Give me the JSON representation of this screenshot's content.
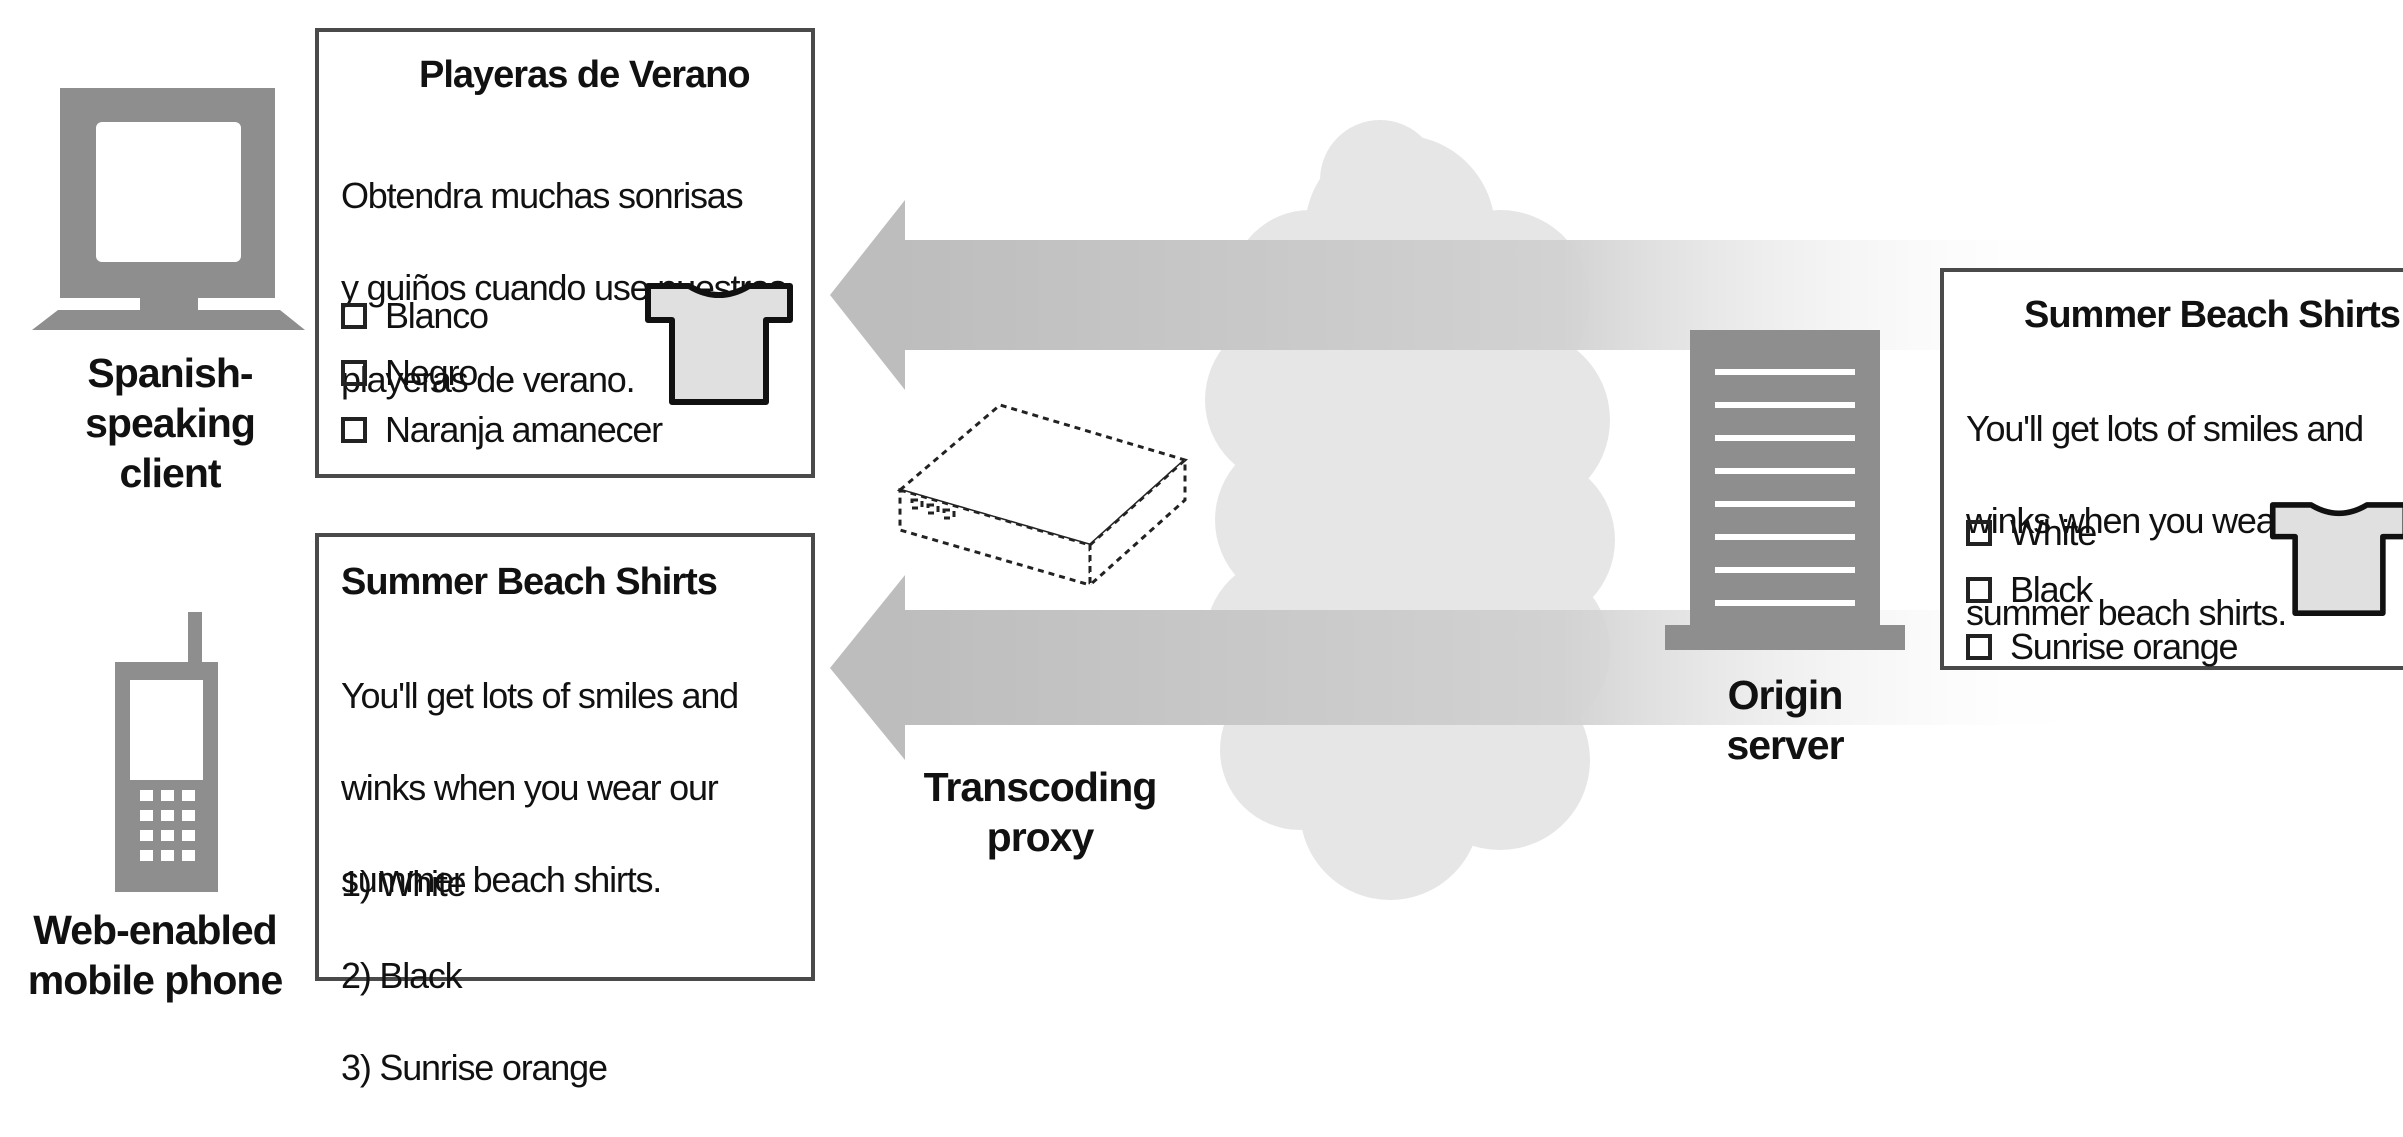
{
  "labels": {
    "spanish_client": [
      "Spanish-",
      "speaking",
      "client"
    ],
    "mobile_phone": [
      "Web-enabled",
      "mobile phone"
    ],
    "proxy": [
      "Transcoding",
      "proxy"
    ],
    "origin": [
      "Origin",
      "server"
    ]
  },
  "spanish_page": {
    "title": "Playeras de Verano",
    "body": [
      "Obtendra muchas sonrisas",
      "y guiños cuando use nuestras",
      "playeras de verano."
    ],
    "options": [
      "Blanco",
      "Negro",
      "Naranja amanecer"
    ]
  },
  "mobile_page": {
    "title": "Summer Beach Shirts",
    "body": [
      "You'll get lots of smiles and",
      "winks when you wear our",
      "summer beach shirts."
    ],
    "options": [
      "1) White",
      "2) Black",
      "3) Sunrise orange"
    ]
  },
  "origin_page": {
    "title": "Summer Beach Shirts",
    "body": [
      "You'll get lots of smiles and",
      "winks when you wear our",
      "summer beach shirts."
    ],
    "options": [
      "White",
      "Black",
      "Sunrise orange"
    ]
  },
  "colors": {
    "arrow": "#c4c4c4",
    "cloud": "#e6e6e6",
    "device": "#8e8e8e",
    "border": "#4a4a4a",
    "shirt": "#e0e0e0"
  },
  "icons": [
    "computer-icon",
    "mobile-phone-icon",
    "network-cloud-icon",
    "proxy-box-icon",
    "server-icon",
    "t-shirt-icon"
  ]
}
